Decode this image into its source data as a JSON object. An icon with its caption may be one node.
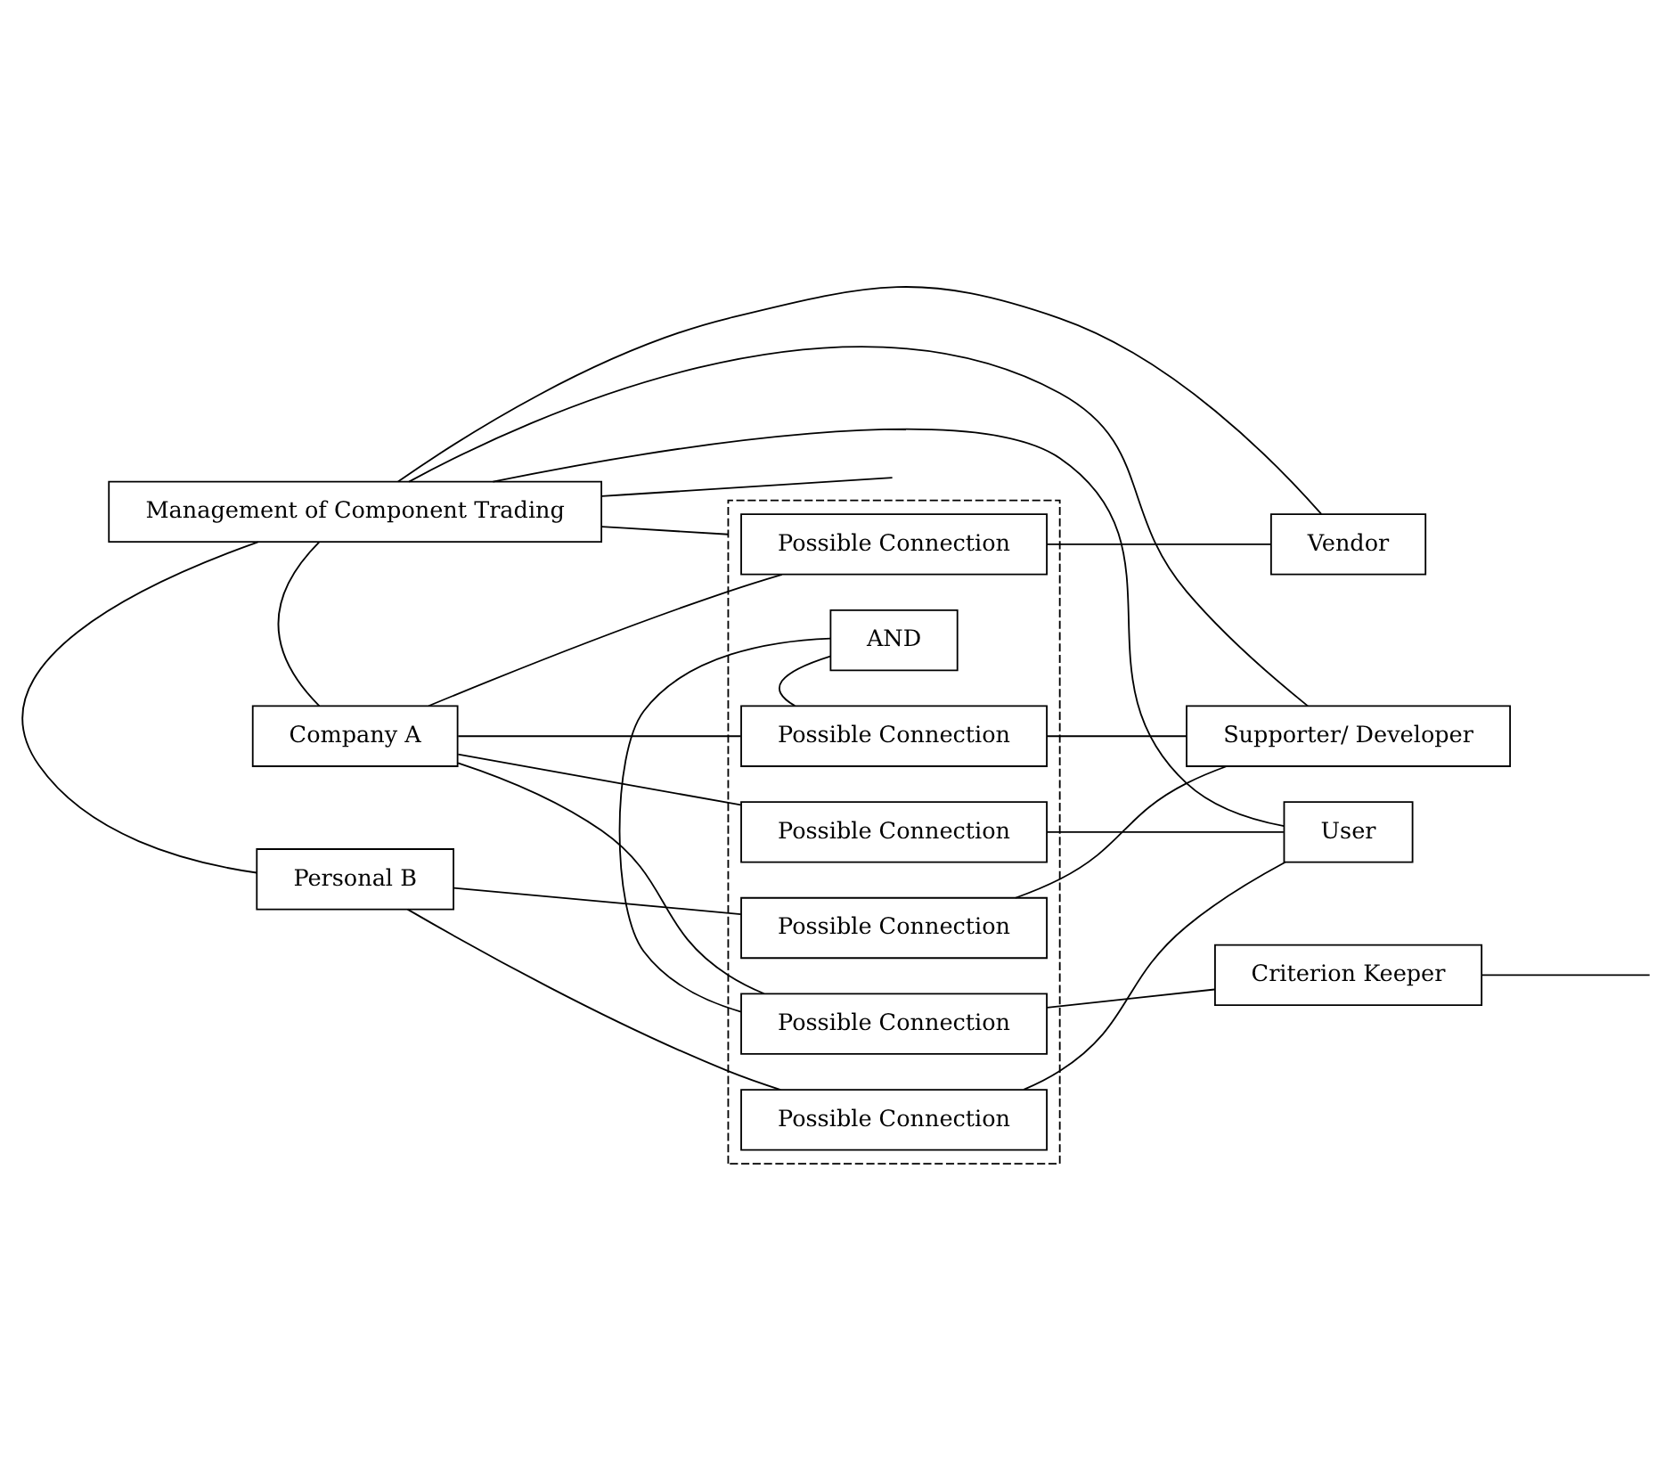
{
  "diagram": {
    "nodes": [
      {
        "text": [
          "Management of Component Trading"
        ]
      },
      {
        "text": [
          "Company A"
        ]
      },
      {
        "text": [],
        "shape": "box"
      },
      {
        "text": [
          "Possible Connection"
        ],
        "in": 2
      },
      {
        "text": [
          "Possible Connection"
        ],
        "in": 2
      },
      {
        "text": [
          "AND"
        ],
        "in": 2
      },
      {
        "text": [
          "Possible Connection"
        ],
        "in": 2
      },
      {
        "text": [
          "Possible Connection"
        ],
        "in": 2
      },
      {
        "text": [
          "Possible Connection"
        ],
        "in": 2
      },
      {
        "text": [
          "Possible Connection"
        ],
        "in": 2
      },
      {
        "text": [
          "Vendor"
        ]
      },
      {
        "text": [
          "Supporter/ Developer"
        ]
      },
      {
        "text": [
          "User"
        ]
      },
      {
        "text": [
          "Criterion Keeper"
        ]
      },
      {
        "text": [
          "Personal B"
        ]
      }
    ],
    "edges": [
      {
        "from": 0,
        "to": null,
        "arrow": "none"
      },
      {
        "from": 0,
        "to": 1,
        "arrow": "none"
      },
      {
        "from": 0,
        "to": 14,
        "arrow": "none"
      },
      {
        "from": 0,
        "to": 2,
        "arrow": "none"
      },
      {
        "from": 0,
        "to": 10,
        "arrow": "none"
      },
      {
        "from": 0,
        "to": 11,
        "arrow": "none"
      },
      {
        "from": 0,
        "to": 12,
        "arrow": "none"
      },
      {
        "from": 1,
        "to": 3,
        "arrow": "none"
      },
      {
        "from": 1,
        "to": 4,
        "arrow": "none"
      },
      {
        "from": 1,
        "to": 6,
        "arrow": "none"
      },
      {
        "from": 1,
        "to": 7,
        "arrow": "none"
      },
      {
        "from": 4,
        "to": 5,
        "arrow": "none"
      },
      {
        "from": 5,
        "to": 6,
        "arrow": "none"
      },
      {
        "from": 3,
        "to": 10,
        "arrow": "none"
      },
      {
        "from": 4,
        "to": 11,
        "arrow": "none"
      },
      {
        "from": 6,
        "to": 13,
        "arrow": "none"
      },
      {
        "from": 7,
        "to": 12,
        "arrow": "none"
      },
      {
        "from": 8,
        "to": 11,
        "arrow": "none"
      },
      {
        "from": 9,
        "to": 12,
        "arrow": "none"
      },
      {
        "from": 14,
        "to": 8,
        "arrow": "none"
      },
      {
        "from": 14,
        "to": 9,
        "arrow": "none"
      },
      {
        "from": 13,
        "to": null,
        "arrow": "none"
      }
    ]
  }
}
